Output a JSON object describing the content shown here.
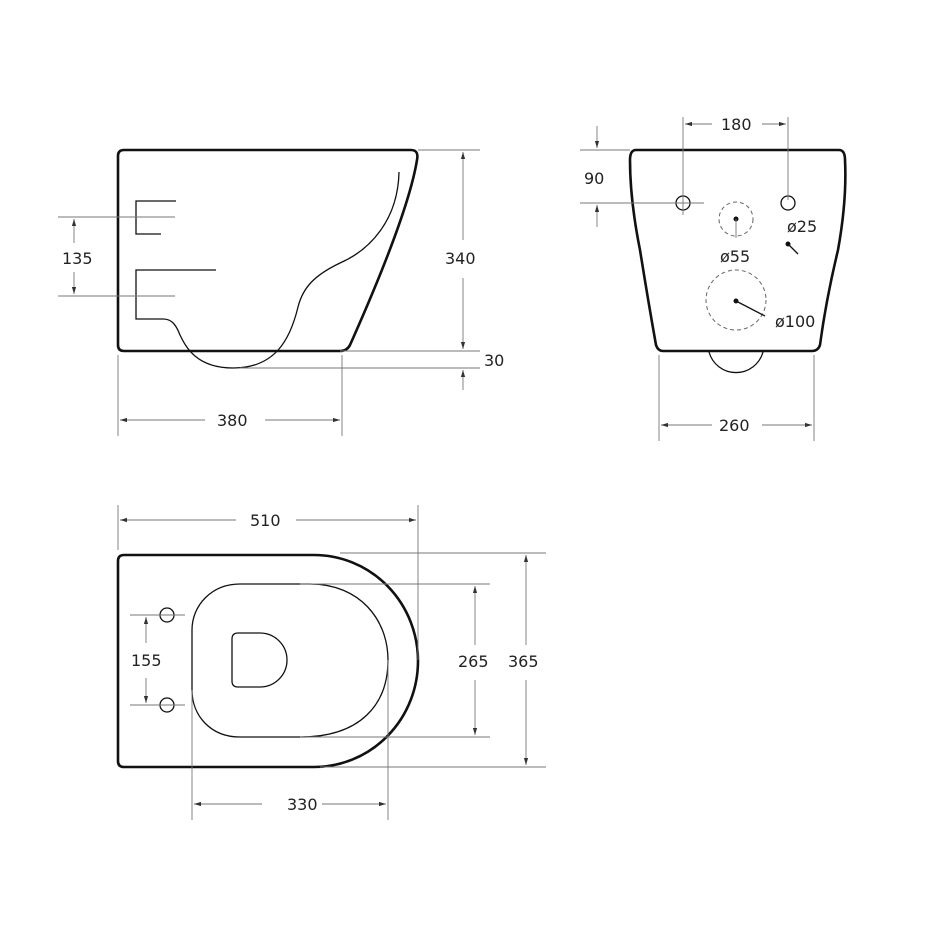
{
  "side_view": {
    "height": "340",
    "width": "380",
    "offset": "30",
    "inlet_spacing": "135"
  },
  "front_view": {
    "hole_spacing": "180",
    "hole_height": "90",
    "hole_dia": "ø25",
    "inlet_dia": "ø55",
    "outlet_dia": "ø100",
    "width": "260"
  },
  "top_view": {
    "length": "510",
    "width": "365",
    "seat_width": "265",
    "seat_length": "330",
    "hole_spacing": "155"
  }
}
